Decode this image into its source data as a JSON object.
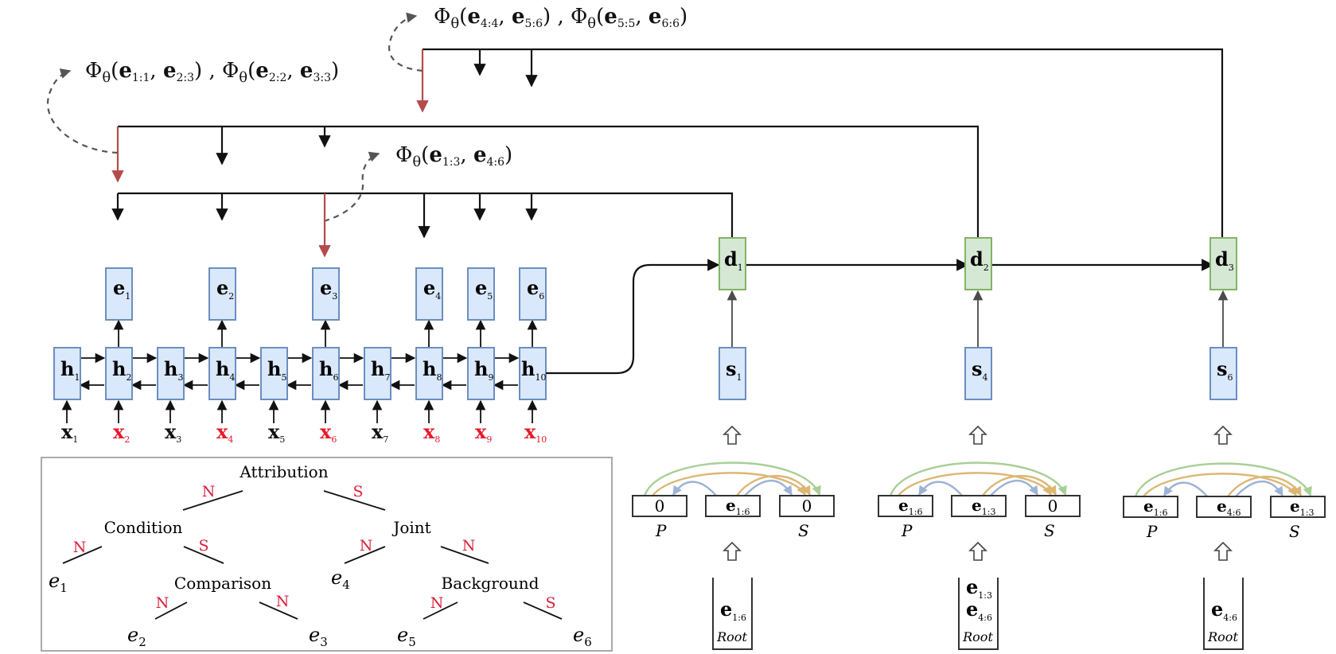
{
  "phi": {
    "symbol": "Φ",
    "theta": "θ",
    "top_right": {
      "a1": "e",
      "a1_sub": "4:4",
      "b1": "e",
      "b1_sub": "5:6",
      "sep": ",",
      "a2": "e",
      "a2_sub": "5:5",
      "b2": "e",
      "b2_sub": "6:6"
    },
    "top_left": {
      "a1": "e",
      "a1_sub": "1:1",
      "b1": "e",
      "b1_sub": "2:3",
      "sep": ",",
      "a2": "e",
      "a2_sub": "2:2",
      "b2": "e",
      "b2_sub": "3:3"
    },
    "middle": {
      "a1": "e",
      "a1_sub": "1:3",
      "b1": "e",
      "b1_sub": "4:6"
    }
  },
  "encoder": {
    "h_nodes": [
      {
        "label": "h",
        "sub": "1"
      },
      {
        "label": "h",
        "sub": "2"
      },
      {
        "label": "h",
        "sub": "3"
      },
      {
        "label": "h",
        "sub": "4"
      },
      {
        "label": "h",
        "sub": "5"
      },
      {
        "label": "h",
        "sub": "6"
      },
      {
        "label": "h",
        "sub": "7"
      },
      {
        "label": "h",
        "sub": "8"
      },
      {
        "label": "h",
        "sub": "9"
      },
      {
        "label": "h",
        "sub": "10"
      }
    ],
    "x_nodes": [
      {
        "label": "x",
        "sub": "1",
        "boundary": false
      },
      {
        "label": "x",
        "sub": "2",
        "boundary": true
      },
      {
        "label": "x",
        "sub": "3",
        "boundary": false
      },
      {
        "label": "x",
        "sub": "4",
        "boundary": true
      },
      {
        "label": "x",
        "sub": "5",
        "boundary": false
      },
      {
        "label": "x",
        "sub": "6",
        "boundary": true
      },
      {
        "label": "x",
        "sub": "7",
        "boundary": false
      },
      {
        "label": "x",
        "sub": "8",
        "boundary": true
      },
      {
        "label": "x",
        "sub": "9",
        "boundary": true
      },
      {
        "label": "x",
        "sub": "10",
        "boundary": true
      }
    ],
    "e_nodes": [
      {
        "label": "e",
        "sub": "1"
      },
      {
        "label": "e",
        "sub": "2"
      },
      {
        "label": "e",
        "sub": "3"
      },
      {
        "label": "e",
        "sub": "4"
      },
      {
        "label": "e",
        "sub": "5"
      },
      {
        "label": "e",
        "sub": "6"
      }
    ]
  },
  "decoder": {
    "d_nodes": [
      {
        "label": "d",
        "sub": "1"
      },
      {
        "label": "d",
        "sub": "2"
      },
      {
        "label": "d",
        "sub": "3"
      }
    ],
    "s_nodes": [
      {
        "label": "s",
        "sub": "1"
      },
      {
        "label": "s",
        "sub": "4"
      },
      {
        "label": "s",
        "sub": "6"
      }
    ]
  },
  "splits": [
    {
      "p": {
        "value": "0"
      },
      "m": {
        "label": "e",
        "sub": "1:6"
      },
      "s": {
        "value": "0"
      }
    },
    {
      "p": {
        "label": "e",
        "sub": "1:6"
      },
      "m": {
        "label": "e",
        "sub": "1:3"
      },
      "s": {
        "value": "0"
      }
    },
    {
      "p": {
        "label": "e",
        "sub": "1:6"
      },
      "m": {
        "label": "e",
        "sub": "4:6"
      },
      "s": {
        "label": "e",
        "sub": "1:3"
      }
    }
  ],
  "split_labels": {
    "p": "P",
    "s": "S"
  },
  "stacks": [
    {
      "items": [
        {
          "label": "e",
          "sub": "1:6"
        }
      ],
      "root": "Root"
    },
    {
      "items": [
        {
          "label": "e",
          "sub": "1:3"
        },
        {
          "label": "e",
          "sub": "4:6"
        }
      ],
      "root": "Root"
    },
    {
      "items": [
        {
          "label": "e",
          "sub": "4:6"
        }
      ],
      "root": "Root"
    }
  ],
  "tree": {
    "attribution": "Attribution",
    "condition": "Condition",
    "joint": "Joint",
    "comparison": "Comparison",
    "background": "Background",
    "nuc": "N",
    "sat": "S",
    "leaves": [
      {
        "label": "e",
        "sub": "1"
      },
      {
        "label": "e",
        "sub": "2"
      },
      {
        "label": "e",
        "sub": "3"
      },
      {
        "label": "e",
        "sub": "4"
      },
      {
        "label": "e",
        "sub": "5"
      },
      {
        "label": "e",
        "sub": "6"
      }
    ]
  },
  "colors": {
    "boundary_red": "#e8192c",
    "tree_red": "#d81e3a",
    "selected_wire": "#b54b4b",
    "node_blue_fill": "#dae8fc",
    "node_green_fill": "#d5e8d4"
  }
}
